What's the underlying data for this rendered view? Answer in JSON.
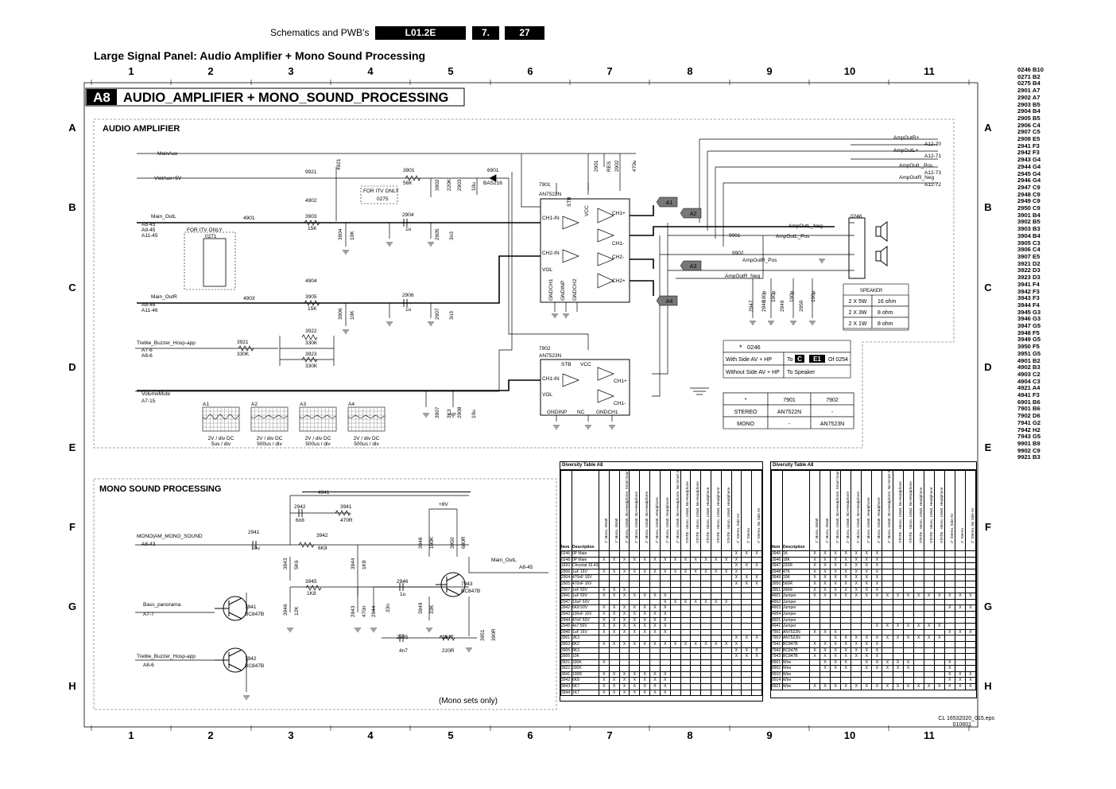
{
  "header": {
    "left": "Schematics and PWB’s",
    "code": "L01.2E",
    "section": "7.",
    "page": "27"
  },
  "page_title": "Large Signal Panel: Audio Amplifier + Mono Sound Processing",
  "grid": {
    "cols": [
      "1",
      "2",
      "3",
      "4",
      "5",
      "6",
      "7",
      "8",
      "9",
      "10",
      "11"
    ],
    "rows": [
      "A",
      "B",
      "C",
      "D",
      "E",
      "F",
      "G",
      "H"
    ]
  },
  "panel": {
    "badge": "A8",
    "title": "AUDIO_AMPLIFIER + MONO_SOUND_PROCESSING"
  },
  "audio": {
    "heading": "AUDIO AMPLIFIER",
    "nets": {
      "mainaux": "MainAux",
      "vlotaux": "VlotAux+5V",
      "main_outl": "Main_OutL",
      "main_outr": "Main_OutR",
      "treble": "Treble_Buzzer_Hosp-app",
      "volume": "VolumeMute",
      "ampoutr_p": "AmpOutR+",
      "ampoutl_p": "AmpOutL+",
      "ampoutl_pos": "AmpOutL_Pos",
      "ampoutr_neg": "AmpOutR_Neg",
      "ampoutl_neg": "AmpOutL_Neg",
      "ampoutl_pos2": "AmpOutL_Pos",
      "ampoutr_pos": "AmpOutR_Pos",
      "ampoutr_neg2": "AmpOutR_Neg"
    },
    "connectors": {
      "outl": [
        "A8-45",
        "A9-45",
        "A11-45"
      ],
      "outr": [
        "A8-46",
        "A11-46"
      ],
      "treble": [
        "A7-6",
        "A8-6"
      ],
      "volume": "A7-15",
      "right": [
        "A12-70",
        "A12-71",
        "A12-73",
        "A12-72"
      ]
    },
    "parts": {
      "p4921": "4921",
      "p9921": "9921",
      "p3901": "3901",
      "v3901": "56K",
      "p6901": "6901",
      "v6901": "BAS216",
      "p3902": "3902",
      "v3902": "220K",
      "p2903": "2903",
      "v2903": "10u",
      "p2901": "2901",
      "v2901": "RES",
      "p2902": "2902",
      "v2902": "470u",
      "itv1": "FOR ITV ONLY",
      "p0275": "0275",
      "p4902": "4902",
      "p4901": "4901",
      "p3903": "3903",
      "v3903": "15K",
      "p3904": "3904",
      "v3904": "10K",
      "p2904": "2904",
      "v2904": "1u",
      "p2905": "2905",
      "v2905": "3n3",
      "itv2": "FOR ITV ONLY",
      "p0271": "0271",
      "p4904": "4904",
      "p4903": "4903",
      "p3905": "3905",
      "v3905": "15K",
      "p3906": "3906",
      "v3906": "10K",
      "p2906": "2906",
      "v2906": "1u",
      "p2907": "2907",
      "v2907": "3n3",
      "p3921": "3921",
      "v3921": "330K",
      "p3922": "3922",
      "v3922": "330K",
      "p3923": "3923",
      "v3923": "330K",
      "p3907": "3907",
      "v3907": "3K3",
      "p2908": "2908",
      "v2908": "10u",
      "p9901": "9901",
      "p9902": "9902",
      "p0246": "0246",
      "p2947": "2947",
      "p2948": "2948",
      "p2949": "2949",
      "p2950": "2950",
      "v100p": "100p"
    },
    "ic1": {
      "ref": "7901",
      "type": "AN7522N",
      "pins": {
        "stb": "STB",
        "vcc": "VCC",
        "ch1in": "CH1-IN",
        "ch2in": "CH2-IN",
        "vol": "VOL",
        "gnd1": "GNDCH1",
        "gndinp": "GNDINP",
        "gnd2": "GNDCH2",
        "ch1p": "CH1+",
        "ch1m": "CH1-",
        "ch2m": "CH2-",
        "ch2p": "CH2+"
      }
    },
    "ic2": {
      "ref": "7902",
      "type": "AN7523N",
      "pins": {
        "stb": "STB",
        "vcc": "VCC",
        "ch1in": "CH1-IN",
        "vol": "VOL",
        "ch1p": "CH1+",
        "ch1m": "CH1-",
        "gndinp": "GNDINP",
        "nc": "NC",
        "gndch1": "GNDCH1"
      }
    },
    "flags": [
      "A1",
      "A2",
      "A3",
      "A4"
    ],
    "scopes": [
      {
        "label": "A1",
        "line1": "2V / div DC",
        "line2": "5us / div"
      },
      {
        "label": "A2",
        "line1": "2V / div DC",
        "line2": "500us / div"
      },
      {
        "label": "A3",
        "line1": "2V / div DC",
        "line2": "500us / div"
      },
      {
        "label": "A4",
        "line1": "2V / div DC",
        "line2": "500us / div"
      }
    ],
    "speaker": {
      "title": "SPEAKER",
      "rows": [
        [
          "2 X 5W",
          "16 ohm"
        ],
        [
          "2 X 3W",
          "8 ohm"
        ],
        [
          "2 X 1W",
          "8 ohm"
        ]
      ]
    },
    "t0246": {
      "head": "0246",
      "rows": [
        [
          "With Side AV + HP",
          "To",
          "C",
          "E1",
          "Of 0254"
        ],
        [
          "Without Side AV + HP",
          "To Speaker"
        ]
      ]
    },
    "tic": {
      "head": [
        "*",
        "7901",
        "7902"
      ],
      "rows": [
        [
          "STEREO",
          "AN7522N",
          "-"
        ],
        [
          "MONO",
          "-",
          "AN7523N"
        ]
      ]
    }
  },
  "mono": {
    "heading": "MONO SOUND PROCESSING",
    "nets": {
      "in": "MONO|AM_MONO_SOUND",
      "in_con": "A8-43",
      "bass": "Bass_panorama",
      "bass_con": "A7-7",
      "treble": "Treble_Buzzer_Hosp-app",
      "treble_con": "A8-6",
      "out": "Main_OutL",
      "out_con": "A8-45",
      "vcc": "+8V"
    },
    "parts": {
      "p4941": "4941",
      "p2942": "2942",
      "v2942": "6n8",
      "p3941": "3941",
      "v3941": "470R",
      "p2941": "2941",
      "v2941": "10u",
      "p3942": "3942",
      "v3942": "6K8",
      "p3943": "3943",
      "v3943": "5K6",
      "p3944": "3944",
      "v3944": "1K8",
      "p3945": "3945",
      "v3945": "1K8",
      "p3946": "3946",
      "v3946": "12K",
      "p2943": "2943",
      "v2943": "470n",
      "p2944": "2944",
      "v2944": "33n",
      "p2946": "2946",
      "v2946": "1u",
      "p3948": "3948",
      "v3948": "100K",
      "p3950": "3950",
      "v3950": "680R",
      "p3949": "3949",
      "v3949": "33K",
      "p2945": "2945",
      "v2945": "4n7",
      "p3947": "3947",
      "v3947": "220R",
      "p3951": "3951",
      "v3951": "390R"
    },
    "transistors": [
      {
        "ref": "7941",
        "type": "BC847B"
      },
      {
        "ref": "7942",
        "type": "BC847B"
      },
      {
        "ref": "7943",
        "type": "BC847B"
      }
    ],
    "note": "(Mono sets only)"
  },
  "tables": {
    "title": "Diversity Table A8",
    "item_label": "Item",
    "desc_label": "Description",
    "columns": [
      "1\" Mono, 4Watt",
      "1\" Mono, 4Watt",
      "2\" Mono, 1Watt, No-Headphone, Smart Sound",
      "2\" Mono, 1Watt, No-Headphone",
      "2\" Mono, 1Watt, No-Headphone",
      "2\" Mono, 1Watt, Headphone",
      "2\" Mono, 1Watt, Headphone",
      "2\" Mono, 1Watt, No-Headphone, No-Smart Sound",
      "STATB - Mono, 1Watt, No-Headphone",
      "STATB - Mono, 1Watt, No-Headphone",
      "STATB - Mono, 1Watt, Headphone",
      "STATB - Mono, 1Watt, Headphone",
      "STATB - Mono, 1Watt, Headphone",
      "2\" Stereo, Side AV",
      "2\" Stereo",
      "2\" Stereo, No Side AV"
    ],
    "left": [
      [
        "0246",
        "0P Male",
        "",
        "",
        "",
        "",
        "",
        "",
        "",
        "",
        "",
        "",
        "",
        "",
        "",
        "X",
        "X",
        "X"
      ],
      [
        "0248",
        "0P Male",
        "X",
        "X",
        "X",
        "X",
        "X",
        "X",
        "X",
        "X",
        "X",
        "X",
        "X",
        "X",
        "X",
        "X",
        "",
        ""
      ],
      [
        "1820",
        "Chrystal 16.432MHz",
        "",
        "",
        "",
        "",
        "",
        "",
        "",
        "",
        "",
        "",
        "",
        "",
        "",
        "X",
        "X",
        "X"
      ],
      [
        "2906",
        "1uF 16V",
        "X",
        "X",
        "X",
        "X",
        "X",
        "X",
        "X",
        "X",
        "X",
        "X",
        "X",
        "X",
        "X",
        "X",
        "",
        ""
      ],
      [
        "2904",
        "470nF 16V",
        "",
        "",
        "",
        "",
        "",
        "",
        "",
        "",
        "",
        "",
        "",
        "",
        "",
        "X",
        "X",
        "X"
      ],
      [
        "2905",
        "470nF 16V",
        "",
        "",
        "",
        "",
        "",
        "",
        "",
        "",
        "",
        "",
        "",
        "",
        "",
        "X",
        "X",
        "X"
      ],
      [
        "2907",
        "1nF 50V",
        "X",
        "X",
        "X",
        "",
        "",
        "",
        "",
        "",
        "",
        "",
        "",
        "",
        "",
        "",
        "",
        ""
      ],
      [
        "2941",
        "1uF 50V",
        "X",
        "X",
        "X",
        "X",
        "X",
        "X",
        "X",
        "",
        "",
        "",
        "",
        "",
        "",
        "",
        "",
        ""
      ],
      [
        "2947",
        "10uF 50V",
        "",
        "",
        "",
        "",
        "",
        "",
        "X",
        "X",
        "X",
        "X",
        "X",
        "X",
        "X",
        "",
        "",
        ""
      ],
      [
        "3942",
        "6K8 50V",
        "X",
        "X",
        "X",
        "X",
        "X",
        "X",
        "X",
        "",
        "",
        "",
        "",
        "",
        "",
        "",
        "",
        ""
      ],
      [
        "3943",
        "100nF 16V",
        "X",
        "X",
        "X",
        "X",
        "X",
        "X",
        "X",
        "",
        "",
        "",
        "",
        "",
        "",
        "",
        "",
        ""
      ],
      [
        "2944",
        "47nF 50V",
        "X",
        "X",
        "X",
        "X",
        "X",
        "X",
        "X",
        "",
        "",
        "",
        "",
        "",
        "",
        "",
        "",
        ""
      ],
      [
        "2945",
        "4n7 50V",
        "X",
        "X",
        "X",
        "X",
        "X",
        "X",
        "X",
        "",
        "",
        "",
        "",
        "",
        "",
        "",
        "",
        ""
      ],
      [
        "2946",
        "1uF 16V",
        "X",
        "X",
        "X",
        "X",
        "X",
        "X",
        "X",
        "",
        "",
        "",
        "",
        "",
        "",
        "",
        "",
        ""
      ],
      [
        "3901",
        "3K3",
        "",
        "",
        "",
        "",
        "",
        "",
        "",
        "",
        "",
        "",
        "",
        "",
        "",
        "X",
        "X",
        "X"
      ],
      [
        "3903",
        "8K2",
        "X",
        "X",
        "X",
        "X",
        "X",
        "X",
        "X",
        "X",
        "X",
        "X",
        "X",
        "X",
        "X",
        "X",
        "",
        ""
      ],
      [
        "3905",
        "8K3",
        "",
        "",
        "",
        "",
        "",
        "",
        "",
        "",
        "",
        "",
        "",
        "",
        "",
        "X",
        "X",
        "X"
      ],
      [
        "3906",
        "10K",
        "",
        "",
        "",
        "",
        "",
        "",
        "",
        "",
        "",
        "",
        "",
        "",
        "",
        "X",
        "X",
        "X"
      ],
      [
        "3921",
        "330K",
        "X",
        "",
        "",
        "",
        "",
        "",
        "",
        "",
        "",
        "",
        "",
        "",
        "",
        "",
        "",
        ""
      ],
      [
        "3922",
        "330K",
        "",
        "",
        "",
        "",
        "",
        "",
        "",
        "",
        "",
        "",
        "",
        "",
        "",
        "",
        "",
        ""
      ],
      [
        "3941",
        "100R",
        "X",
        "X",
        "X",
        "X",
        "X",
        "X",
        "X",
        "",
        "",
        "",
        "",
        "",
        "",
        "",
        "",
        ""
      ],
      [
        "3942",
        "6K8",
        "X",
        "X",
        "X",
        "X",
        "X",
        "X",
        "X",
        "",
        "",
        "",
        "",
        "",
        "",
        "",
        "",
        ""
      ],
      [
        "3943",
        "5K7",
        "X",
        "X",
        "X",
        "X",
        "X",
        "X",
        "X",
        "",
        "",
        "",
        "",
        "",
        "",
        "",
        "",
        ""
      ],
      [
        "3944",
        "1K7",
        "X",
        "X",
        "X",
        "X",
        "X",
        "X",
        "X",
        "",
        "",
        "",
        "",
        "",
        "",
        "",
        "",
        ""
      ]
    ],
    "right": [
      [
        "3945",
        "1K",
        "X",
        "X",
        "X",
        "X",
        "X",
        "X",
        "X",
        "",
        "",
        "",
        "",
        "",
        "",
        "",
        "",
        ""
      ],
      [
        "3946",
        "18K",
        "X",
        "X",
        "X",
        "X",
        "X",
        "X",
        "X",
        "",
        "",
        "",
        "",
        "",
        "",
        "",
        "",
        ""
      ],
      [
        "3947",
        "220R",
        "X",
        "X",
        "X",
        "X",
        "X",
        "X",
        "X",
        "",
        "",
        "",
        "",
        "",
        "",
        "",
        "",
        ""
      ],
      [
        "3948",
        "47K",
        "X",
        "X",
        "X",
        "X",
        "X",
        "X",
        "X",
        "",
        "",
        "",
        "",
        "",
        "",
        "",
        "",
        ""
      ],
      [
        "3949",
        "10K",
        "X",
        "X",
        "X",
        "X",
        "X",
        "X",
        "X",
        "",
        "",
        "",
        "",
        "",
        "",
        "",
        "",
        ""
      ],
      [
        "3950",
        "560R",
        "X",
        "X",
        "X",
        "X",
        "X",
        "X",
        "X",
        "",
        "",
        "",
        "",
        "",
        "",
        "",
        "",
        ""
      ],
      [
        "3951",
        "390R",
        "X",
        "X",
        "X",
        "X",
        "X",
        "X",
        "X",
        "",
        "",
        "",
        "",
        "",
        "",
        "",
        "",
        ""
      ],
      [
        "4901",
        "Jumper",
        "X",
        "X",
        "X",
        "X",
        "X",
        "X",
        "X",
        "X",
        "X",
        "X",
        "X",
        "X",
        "X",
        "X",
        "X",
        "X"
      ],
      [
        "4902",
        "Jumper",
        "",
        "",
        "",
        "",
        "",
        "",
        "",
        "",
        "",
        "",
        "",
        "",
        "",
        "",
        "",
        ""
      ],
      [
        "4903",
        "Jumper",
        "",
        "",
        "",
        "",
        "",
        "",
        "",
        "",
        "",
        "",
        "",
        "",
        "",
        "X",
        "X",
        "X"
      ],
      [
        "4904",
        "Jumper",
        "",
        "",
        "",
        "",
        "",
        "",
        "",
        "",
        "",
        "",
        "",
        "",
        "",
        "",
        "",
        ""
      ],
      [
        "4921",
        "Jumper",
        "",
        "",
        "",
        "",
        "",
        "",
        "",
        "",
        "",
        "",
        "",
        "",
        "",
        "",
        "",
        ""
      ],
      [
        "4941",
        "Jumper",
        "",
        "",
        "",
        "",
        "",
        "",
        "X",
        "X",
        "X",
        "X",
        "X",
        "X",
        "X",
        "",
        "",
        ""
      ],
      [
        "7901",
        "AN7522N",
        "X",
        "X",
        "X",
        "",
        "",
        "",
        "",
        "",
        "",
        "",
        "",
        "",
        "",
        "X",
        "X",
        "X"
      ],
      [
        "7902",
        "AN7523N",
        "",
        "",
        "X",
        "X",
        "X",
        "X",
        "X",
        "X",
        "X",
        "X",
        "X",
        "X",
        "X",
        "",
        "",
        ""
      ],
      [
        "7941",
        "BC847B",
        "X",
        "X",
        "X",
        "X",
        "X",
        "X",
        "X",
        "",
        "",
        "",
        "",
        "",
        "",
        "",
        "",
        ""
      ],
      [
        "7942",
        "BC847B",
        "X",
        "X",
        "X",
        "X",
        "X",
        "X",
        "X",
        "",
        "",
        "",
        "",
        "",
        "",
        "",
        "",
        ""
      ],
      [
        "7943",
        "BC847B",
        "X",
        "X",
        "X",
        "X",
        "X",
        "X",
        "X",
        "",
        "",
        "",
        "",
        "",
        "",
        "",
        "",
        ""
      ],
      [
        "9901",
        "Wire",
        "",
        "X",
        "X",
        "X",
        "",
        "X",
        "X",
        "X",
        "X",
        "X",
        "",
        "",
        "",
        "X",
        "",
        ""
      ],
      [
        "9902",
        "Wire",
        "",
        "X",
        "X",
        "X",
        "",
        "X",
        "X",
        "X",
        "X",
        "X",
        "",
        "",
        "",
        "X",
        "",
        ""
      ],
      [
        "9910",
        "Wire",
        "",
        "",
        "",
        "",
        "",
        "",
        "",
        "",
        "",
        "",
        "",
        "",
        "",
        "X",
        "X",
        "X"
      ],
      [
        "9914",
        "Wire",
        "",
        "",
        "",
        "",
        "",
        "",
        "",
        "",
        "",
        "",
        "",
        "",
        "",
        "X",
        "X",
        "X"
      ],
      [
        "9921",
        "Wire",
        "X",
        "X",
        "X",
        "X",
        "X",
        "X",
        "X",
        "X",
        "X",
        "X",
        "X",
        "X",
        "X",
        "X",
        "X",
        "X"
      ]
    ]
  },
  "index": [
    "0246 B10",
    "0271 B2",
    "0275 B4",
    "2901 A7",
    "2902 A7",
    "2903 B5",
    "2904 B4",
    "2905 B5",
    "2906 C4",
    "2907 C5",
    "2908 E5",
    "2941 F3",
    "2942 F3",
    "2943 G4",
    "2944 G4",
    "2945 G4",
    "2946 G4",
    "2947 C9",
    "2948 C9",
    "2949 C9",
    "2950 C9",
    "3901 B4",
    "3902 B5",
    "3903 B3",
    "3904 B4",
    "3905 C3",
    "3906 C4",
    "3907 E5",
    "3921 D2",
    "3922 D3",
    "3923 D3",
    "3941 F4",
    "3942 F3",
    "3943 F3",
    "3944 F4",
    "3945 G3",
    "3946 G3",
    "3947 G5",
    "3948 F5",
    "3949 G5",
    "3950 F5",
    "3951 G5",
    "4901 B2",
    "4902 B3",
    "4903 C2",
    "4904 C3",
    "4921 A4",
    "4941 F3",
    "6901 B6",
    "7901 B6",
    "7902 D6",
    "7941 G2",
    "7942 H2",
    "7943 G5",
    "9901 B9",
    "9902 C9",
    "9921 B3"
  ],
  "footer": {
    "file": "CL 16532020_015.eps",
    "date": "010601"
  }
}
